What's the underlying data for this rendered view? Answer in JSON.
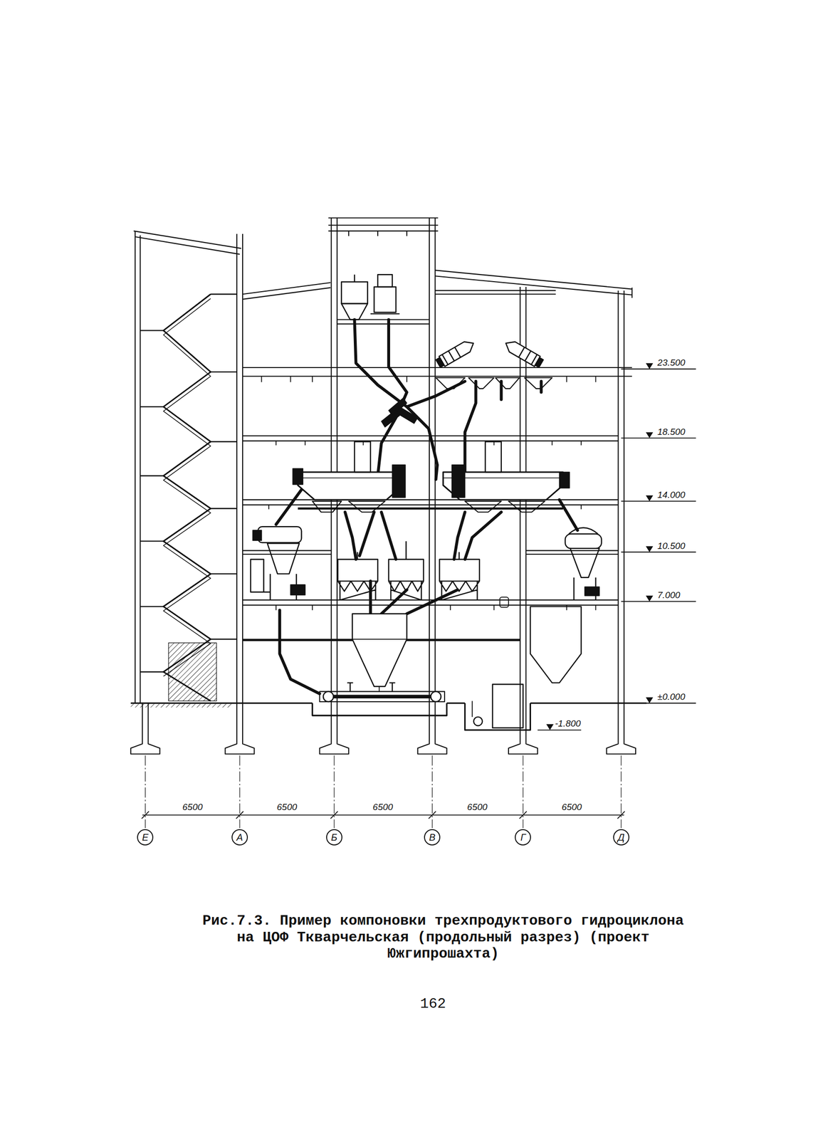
{
  "diagram": {
    "caption": "Рис.7.3. Пример компоновки трехпродуктового гидроциклона на ЦОФ Ткварчельская (продольный разрез) (проект Южгипрошахта)",
    "nodes": [
      {
        "text": [
          "Е"
        ]
      },
      {
        "text": [
          "А"
        ]
      },
      {
        "text": [
          "Б"
        ]
      },
      {
        "text": [
          "В"
        ]
      },
      {
        "text": [
          "Г"
        ]
      },
      {
        "text": [
          "Д"
        ]
      }
    ],
    "labels": [
      "23.500",
      "18.500",
      "14.000",
      "10.500",
      "7.000",
      "±0.000",
      "-1.800",
      "6500",
      "6500",
      "6500",
      "6500",
      "6500",
      "162"
    ]
  }
}
